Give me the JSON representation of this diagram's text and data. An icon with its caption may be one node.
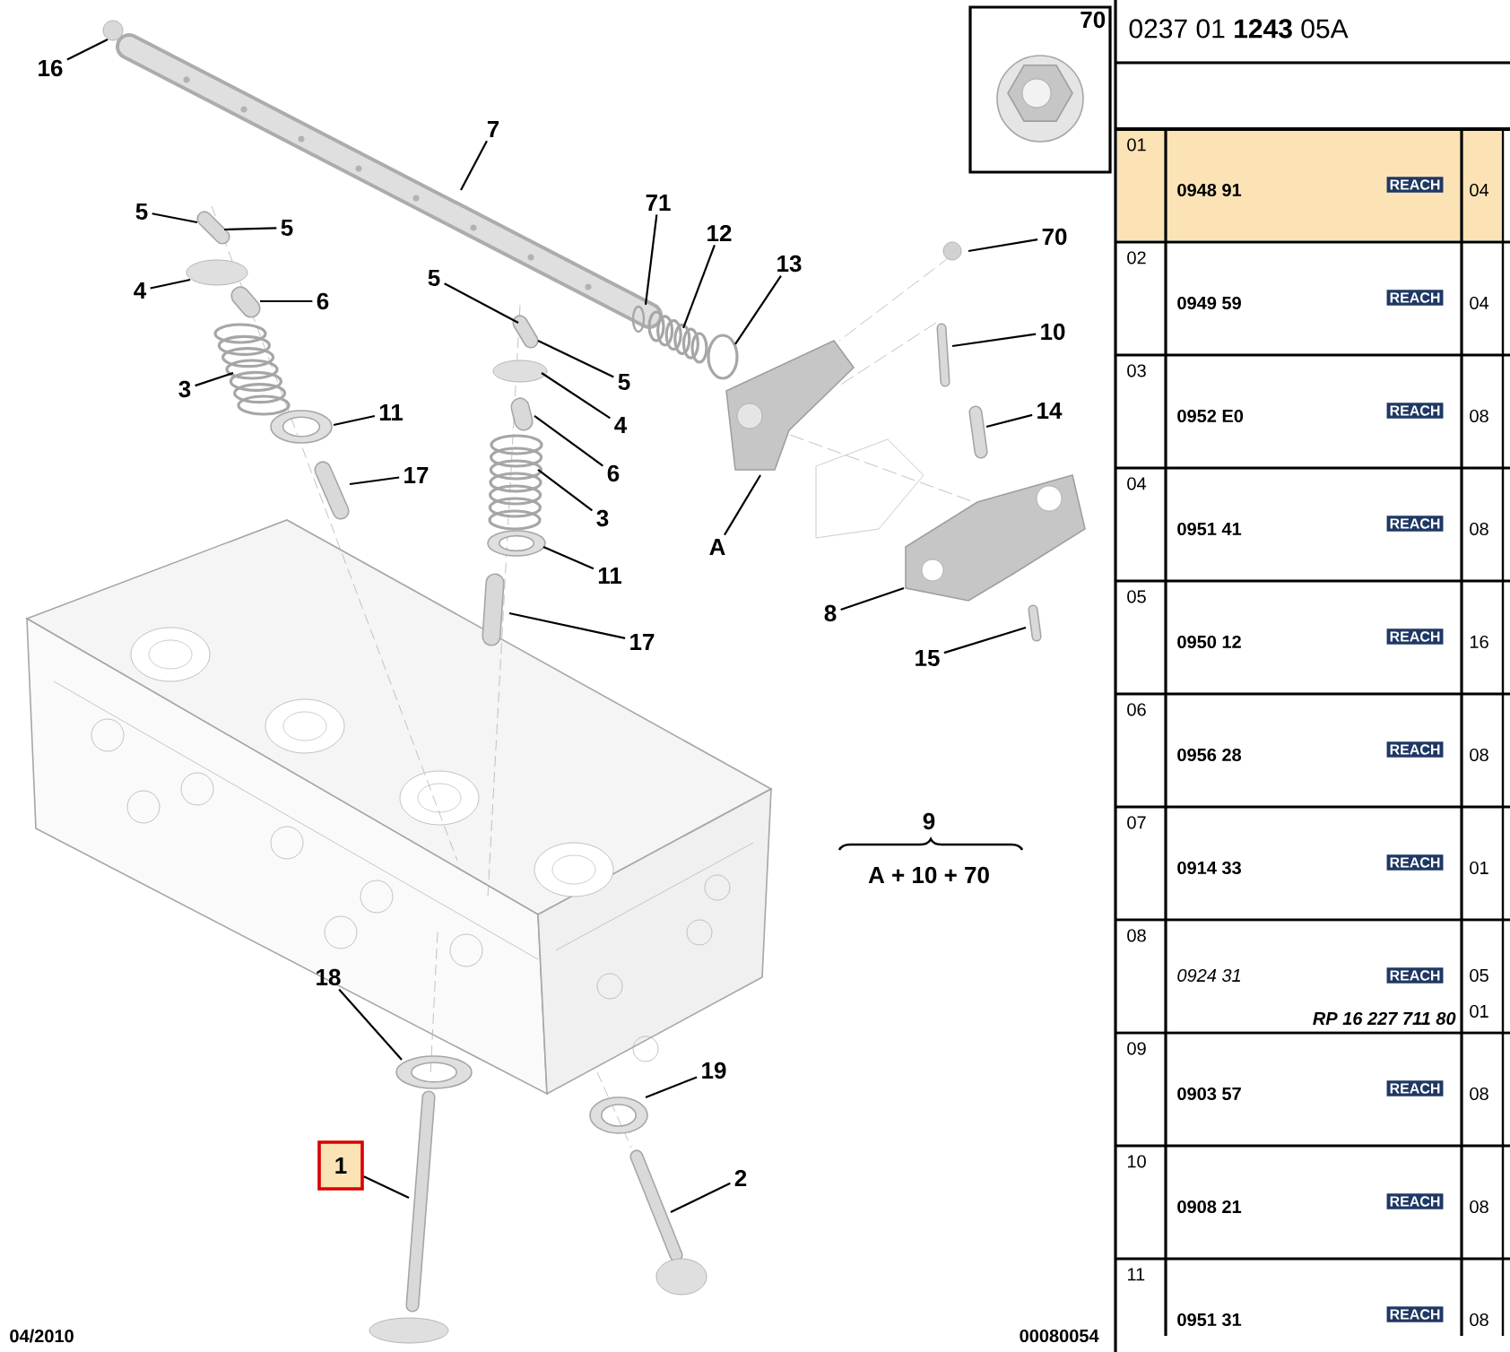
{
  "diagram": {
    "nodes": [
      {
        "text": [
          "70"
        ]
      },
      {
        "text": [
          "16"
        ]
      },
      {
        "text": [
          "7"
        ]
      },
      {
        "text": [
          "71"
        ]
      },
      {
        "text": [
          "5"
        ]
      },
      {
        "text": [
          "5"
        ]
      },
      {
        "text": [
          "12"
        ]
      },
      {
        "text": [
          "70"
        ]
      },
      {
        "text": [
          "13"
        ]
      },
      {
        "text": [
          "5"
        ]
      },
      {
        "text": [
          "4"
        ]
      },
      {
        "text": [
          "6"
        ]
      },
      {
        "text": [
          "10"
        ]
      },
      {
        "text": [
          "5"
        ]
      },
      {
        "text": [
          "3"
        ]
      },
      {
        "text": [
          "14"
        ]
      },
      {
        "text": [
          "11"
        ]
      },
      {
        "text": [
          "4"
        ]
      },
      {
        "text": [
          "6"
        ]
      },
      {
        "text": [
          "17"
        ]
      },
      {
        "text": [
          "3"
        ]
      },
      {
        "text": [
          "A"
        ]
      },
      {
        "text": [
          "11"
        ]
      },
      {
        "text": [
          "8"
        ]
      },
      {
        "text": [
          "17"
        ]
      },
      {
        "text": [
          "15"
        ]
      },
      {
        "text": [
          "18"
        ]
      },
      {
        "text": [
          "19"
        ]
      },
      {
        "text": [
          "1"
        ]
      },
      {
        "text": [
          "2"
        ]
      }
    ],
    "edges": [
      {
        "from": 1,
        "to": null,
        "arrow": "none"
      },
      {
        "from": 2,
        "to": null,
        "arrow": "none"
      },
      {
        "from": 3,
        "to": null,
        "arrow": "none"
      },
      {
        "from": 4,
        "to": null,
        "arrow": "none"
      },
      {
        "from": 5,
        "to": null,
        "arrow": "none"
      },
      {
        "from": 6,
        "to": null,
        "arrow": "none"
      },
      {
        "from": 7,
        "to": null,
        "arrow": "none"
      },
      {
        "from": 8,
        "to": null,
        "arrow": "none"
      },
      {
        "from": 9,
        "to": null,
        "arrow": "none"
      },
      {
        "from": 10,
        "to": null,
        "arrow": "none"
      },
      {
        "from": 11,
        "to": null,
        "arrow": "none"
      },
      {
        "from": 12,
        "to": null,
        "arrow": "none"
      },
      {
        "from": 13,
        "to": null,
        "arrow": "none"
      },
      {
        "from": 14,
        "to": null,
        "arrow": "none"
      },
      {
        "from": 15,
        "to": null,
        "arrow": "none"
      },
      {
        "from": 16,
        "to": null,
        "arrow": "none"
      },
      {
        "from": 17,
        "to": null,
        "arrow": "none"
      },
      {
        "from": 18,
        "to": null,
        "arrow": "none"
      },
      {
        "from": 19,
        "to": null,
        "arrow": "none"
      },
      {
        "from": 20,
        "to": null,
        "arrow": "none"
      },
      {
        "from": 21,
        "to": null,
        "arrow": "none"
      },
      {
        "from": 22,
        "to": null,
        "arrow": "none"
      },
      {
        "from": 23,
        "to": null,
        "arrow": "none"
      },
      {
        "from": 24,
        "to": null,
        "arrow": "none"
      },
      {
        "from": 25,
        "to": null,
        "arrow": "none"
      },
      {
        "from": 26,
        "to": null,
        "arrow": "none"
      },
      {
        "from": 27,
        "to": null,
        "arrow": "none"
      },
      {
        "from": 28,
        "to": null,
        "arrow": "none"
      },
      {
        "from": 29,
        "to": null,
        "arrow": "none"
      }
    ],
    "labels": [
      "0237 01 **1243** 05A",
      "01",
      "0948 91",
      "REACH",
      "04",
      "02",
      "0949 59",
      "REACH",
      "04",
      "03",
      "0952 E0",
      "REACH",
      "08",
      "04",
      "0951 41",
      "REACH",
      "08",
      "05",
      "0950 12",
      "REACH",
      "16",
      "06",
      "0956 28",
      "REACH",
      "08",
      "07",
      "0914 33",
      "REACH",
      "01",
      "08",
      "0924 31",
      "REACH",
      "05",
      "RP 16 227 711 80",
      "01",
      "09",
      "0903 57",
      "REACH",
      "08",
      "10",
      "0908 21",
      "REACH",
      "08",
      "11",
      "0951 31",
      "REACH",
      "08",
      "9",
      "A + 10 + 70",
      "04/2010",
      "00080054"
    ]
  }
}
